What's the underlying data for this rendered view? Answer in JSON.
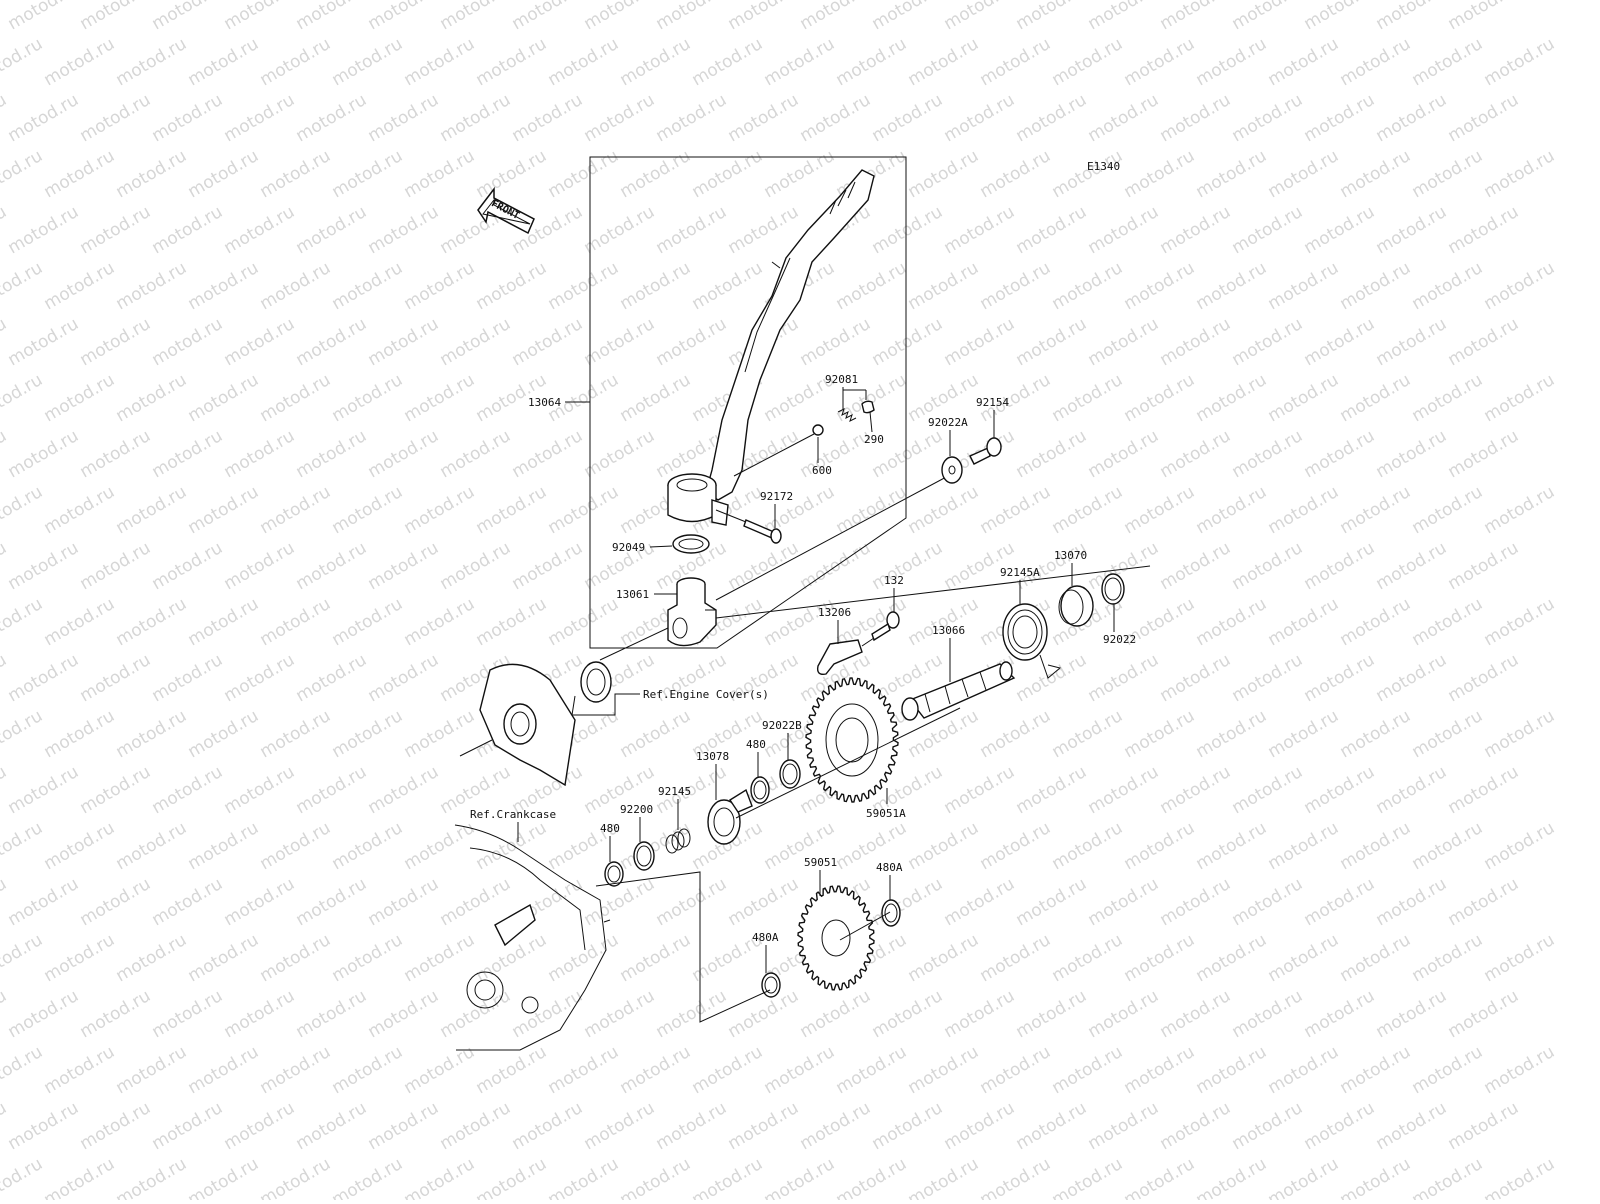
{
  "diagram_code": "E1340",
  "front_label": "FRONT",
  "watermark_text": "motod.ru",
  "refs": {
    "engine_cover": "Ref.Engine Cover(s)",
    "crankcase": "Ref.Crankcase"
  },
  "callouts": {
    "c13064": "13064",
    "c92081": "92081",
    "c290": "290",
    "c600": "600",
    "c92172": "92172",
    "c92049": "92049",
    "c13061": "13061",
    "c92154": "92154",
    "c92022A": "92022A",
    "c92145A": "92145A",
    "c13070": "13070",
    "c92022": "92022",
    "c132": "132",
    "c13206": "13206",
    "c13066": "13066",
    "c92022B": "92022B",
    "c480a": "480",
    "c13078": "13078",
    "c92145": "92145",
    "c92200": "92200",
    "c480b": "480",
    "c59051A": "59051A",
    "c59051": "59051",
    "c480A1": "480A",
    "c480A2": "480A"
  }
}
